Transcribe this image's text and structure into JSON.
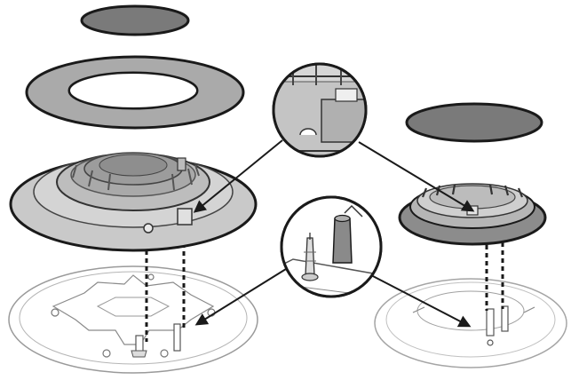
{
  "diagram": {
    "subject": "gas-burner-exploded-assembly",
    "colors": {
      "cap_fill": "#7a7a7a",
      "ring_fill": "#aaaaaa",
      "body_fill": "#c9c9c9",
      "outline": "#1a1a1a",
      "base_line": "#9a9a9a",
      "background": "#ffffff",
      "electrode_sleeve": "#8a8a8a"
    },
    "parts": [
      {
        "id": "large-burner-cap",
        "kind": "cap"
      },
      {
        "id": "large-flame-spreader-ring",
        "kind": "ring"
      },
      {
        "id": "large-burner-body",
        "kind": "body"
      },
      {
        "id": "large-burner-base",
        "kind": "base"
      },
      {
        "id": "small-burner-cap",
        "kind": "cap"
      },
      {
        "id": "small-burner-body",
        "kind": "body"
      },
      {
        "id": "small-burner-base",
        "kind": "base"
      }
    ],
    "callouts": [
      {
        "id": "detail-alignment-notch",
        "shows": "notch"
      },
      {
        "id": "detail-ignition-electrode",
        "shows": "electrode"
      }
    ]
  }
}
